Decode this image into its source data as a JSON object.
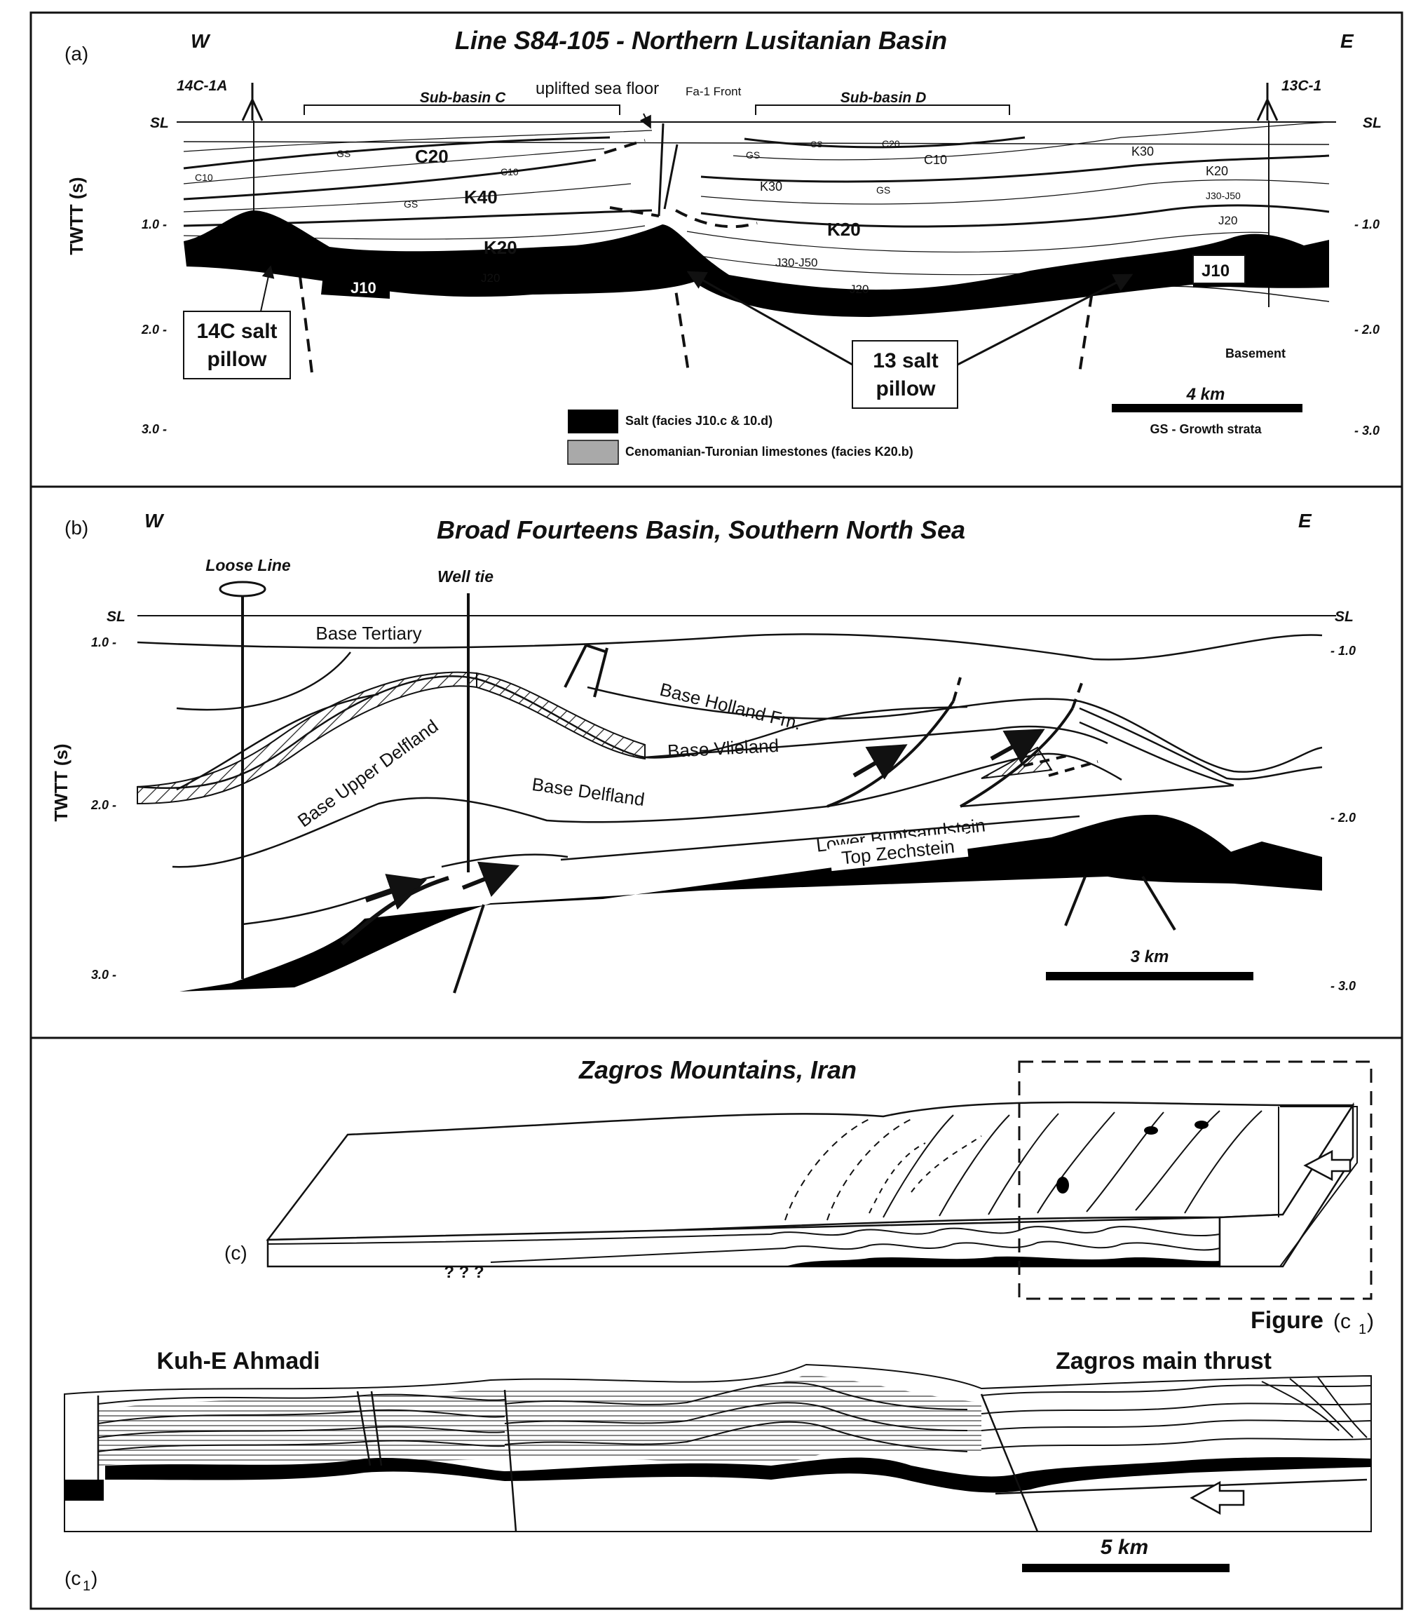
{
  "panel_a": {
    "label": "(a)",
    "title": "Line S84-105 - Northern Lusitanian Basin",
    "west": "W",
    "east": "E",
    "well_left": "14C-1A",
    "well_right": "13C-1",
    "sl": "SL",
    "sub_basin_c": "Sub-basin C",
    "sub_basin_d": "Sub-basin D",
    "uplifted_sea_floor": "uplifted sea floor",
    "fa1_front": "Fa-1 Front",
    "y_axis_title": "TWTT (s)",
    "ticks_left": [
      "1.0 -",
      "2.0 -",
      "3.0 -"
    ],
    "ticks_right": [
      "- 1.0",
      "- 2.0",
      "- 3.0"
    ],
    "unit_labels": {
      "gs": "GS",
      "c10": "C10",
      "c20": "C20",
      "k20": "K20",
      "k30": "K30",
      "k40": "K40",
      "j10": "J10",
      "j20": "J20",
      "j30j50": "J30-J50",
      "j30j50s": "J30-J50"
    },
    "callout_14c": [
      "14C salt",
      "pillow"
    ],
    "callout_13": [
      "13 salt",
      "pillow"
    ],
    "basement": "Basement",
    "scale_label": "4 km",
    "gs_note": "GS - Growth strata",
    "legend": [
      {
        "label": "Salt (facies J10.c & 10.d)",
        "color": "#000000"
      },
      {
        "label": "Cenomanian-Turonian limestones (facies K20.b)",
        "color": "#a9a9a9"
      }
    ]
  },
  "panel_b": {
    "label": "(b)",
    "title": "Broad Fourteens Basin, Southern North Sea",
    "west": "W",
    "east": "E",
    "loose_line": "Loose Line",
    "well_tie": "Well tie",
    "sl": "SL",
    "y_axis_title": "TWTT (s)",
    "ticks_left": [
      "1.0 -",
      "2.0 -",
      "3.0 -"
    ],
    "ticks_right": [
      "- 1.0",
      "- 2.0",
      "- 3.0"
    ],
    "horizons": {
      "base_tertiary": "Base Tertiary",
      "base_holland": "Base Holland Fm.",
      "base_vlieland": "Base Vlieland",
      "base_upper_delfland": "Base Upper Delfland",
      "base_delfland": "Base Delfland",
      "lower_buntsandstein": "Lower Buntsandstein",
      "top_zechstein": "Top Zechstein"
    },
    "scale_label": "3 km"
  },
  "panel_c": {
    "label": "(c)",
    "title": "Zagros Mountains, Iran",
    "question_marks": "? ? ?",
    "figure_ref": "Figure",
    "figure_ref_sub": "(c",
    "figure_ref_sub_n": "1",
    "figure_ref_close": ")"
  },
  "panel_c1": {
    "label_open": "(c",
    "label_sub": "1",
    "label_close": ")",
    "kuh_e_ahmadi": "Kuh-E Ahmadi",
    "zagros_main_thrust": "Zagros main thrust",
    "scale_label": "5 km"
  }
}
